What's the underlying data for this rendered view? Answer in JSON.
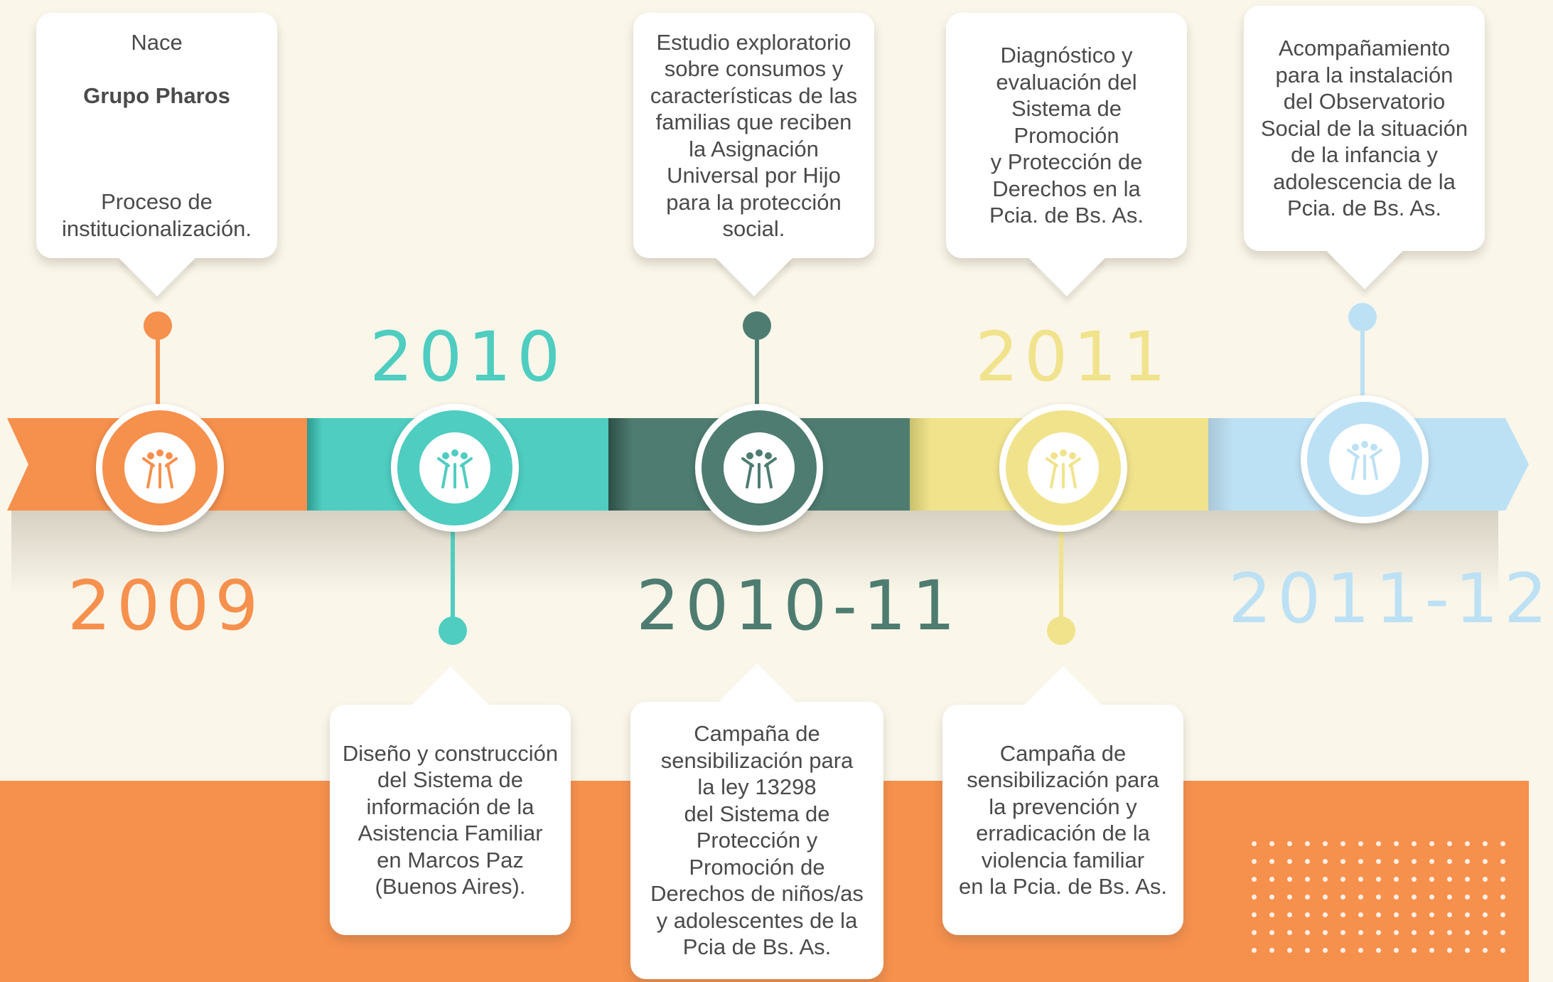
{
  "colors": {
    "orange": "#f6904d",
    "teal": "#4ecdc0",
    "dark_green": "#4e7c70",
    "yellow": "#f1e38c",
    "light_blue": "#bde1f4",
    "background": "#faf6ea"
  },
  "years": {
    "y2009": "2009",
    "y2010": "2010",
    "y2010_11": "2010-11",
    "y2011": "2011",
    "y2011_12": "2011-12"
  },
  "cards": {
    "c2009": {
      "line1": "Nace",
      "line2": "Grupo Pharos",
      "line3": "Proceso de\ninstitucionalización."
    },
    "c2010": "Diseño y construcción\ndel Sistema de\ninformación de la\nAsistencia Familiar\nen Marcos Paz\n(Buenos Aires).",
    "c2010_11_top": "Estudio exploratorio\nsobre consumos y\ncaracterísticas de las\nfamilias que reciben\nla Asignación\nUniversal por Hijo\npara la protección\nsocial.",
    "c2010_11_bottom": "Campaña de\nsensibilización para\nla ley 13298\ndel Sistema de\nProtección y\nPromoción de\nDerechos de niños/as\ny adolescentes de la\nPcia de Bs. As.",
    "c2011_top": "Diagnóstico y\nevaluación del\nSistema de Promoción\ny Protección de\nDerechos en la\nPcia. de Bs. As.",
    "c2011_bottom": "Campaña de\nsensibilización para\nla prevención y\nerradicación de la\nviolencia familiar\nen la Pcia. de Bs. As.",
    "c2011_12": "Acompañamiento\npara la instalación\ndel Observatorio\nSocial de la situación\nde la infancia y\nadolescencia de la\nPcia. de Bs. As."
  },
  "icon": "people-raising-hands-icon"
}
